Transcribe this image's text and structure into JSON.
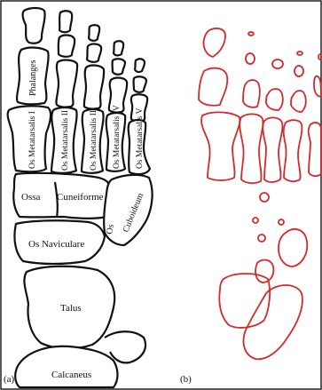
{
  "panels": {
    "a": {
      "label": "(a)"
    },
    "b": {
      "label": "(b)"
    }
  },
  "bone_labels": {
    "phalanges": "Phalanges",
    "met1": "Os Metatarsalis I",
    "met2": "Os Metatarsalis II",
    "met3": "Os Metatarsalis III",
    "met4": "Os Metatarsalis IV",
    "met5": "Os Metatarsalis V",
    "ossa": "Ossa",
    "cuneiforme": "Cuneiforme",
    "cuboideum_os": "Os",
    "cuboideum": "Cuboideum",
    "naviculare": "Os Naviculare",
    "talus": "Talus",
    "calcaneus": "Calcaneus"
  },
  "colors": {
    "outline_a": "#111111",
    "outline_b": "#d42a2a",
    "frame": "#222222",
    "background": "#ffffff"
  }
}
